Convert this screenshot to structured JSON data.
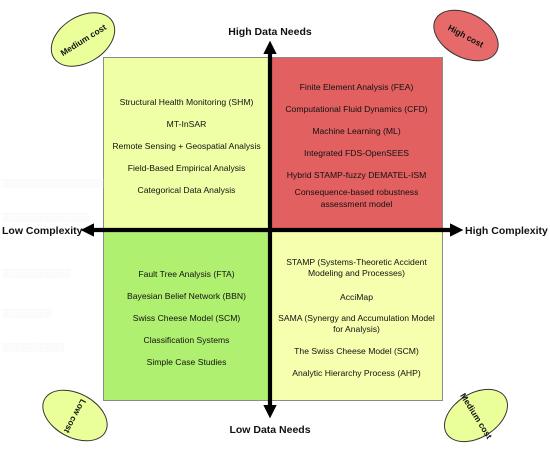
{
  "axes": {
    "top": "High Data Needs",
    "bottom": "Low Data Needs",
    "left": "Low Complexity",
    "right": "High Complexity"
  },
  "cost_labels": {
    "top_left": "Medium cost",
    "top_right": "High cost",
    "bottom_left": "Low cost",
    "bottom_right": "Medium cost"
  },
  "quadrants": {
    "top_left": [
      "Structural Health Monitoring (SHM)",
      "MT-InSAR",
      "Remote Sensing + Geospatial Analysis",
      "Field-Based Empirical Analysis",
      "Categorical Data Analysis"
    ],
    "top_right": [
      "Finite Element Analysis (FEA)",
      "Computational Fluid Dynamics (CFD)",
      "Machine Learning (ML)",
      "Integrated FDS-OpenSEES",
      "Hybrid STAMP-fuzzy DEMATEL-ISM",
      "Consequence-based robustness",
      "assessment model"
    ],
    "bottom_left": [
      "Fault Tree Analysis (FTA)",
      "Bayesian Belief Network (BBN)",
      "Swiss Cheese Model (SCM)",
      "Classification Systems",
      "Simple Case Studies"
    ],
    "bottom_right": [
      "STAMP (Systems-Theoretic Accident",
      "Modeling and Processes)",
      "AcciMap",
      "SAMA (Synergy and Accumulation Model",
      "for Analysis)",
      "The Swiss Cheese Model (SCM)",
      "Analytic Hierarchy Process (AHP)"
    ]
  },
  "colors": {
    "top_left": "#efffa6",
    "top_right": "#e26060",
    "bottom_left": "#b0f071",
    "bottom_right": "#f5ffad",
    "ellipse_green": "#eaff9a",
    "ellipse_red": "#e76a6a"
  }
}
